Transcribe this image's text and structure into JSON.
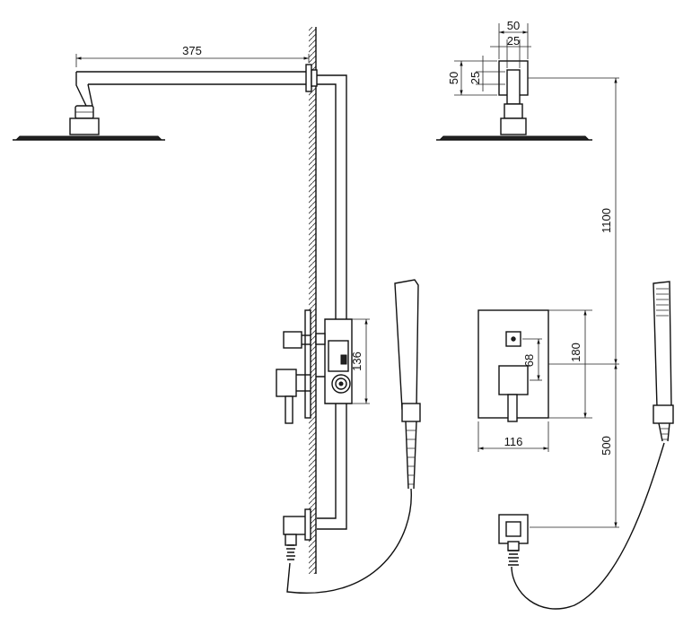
{
  "dimensions": {
    "arm_length": "375",
    "head_outer": "50",
    "head_inner": "25",
    "head_height_outer": "50",
    "head_height_inner": "25",
    "riser_height": "1100",
    "valve_height": "500",
    "valve_plate_height": "180",
    "valve_plate_width": "116",
    "handle_offset": "68",
    "valve_side_depth": "136"
  }
}
